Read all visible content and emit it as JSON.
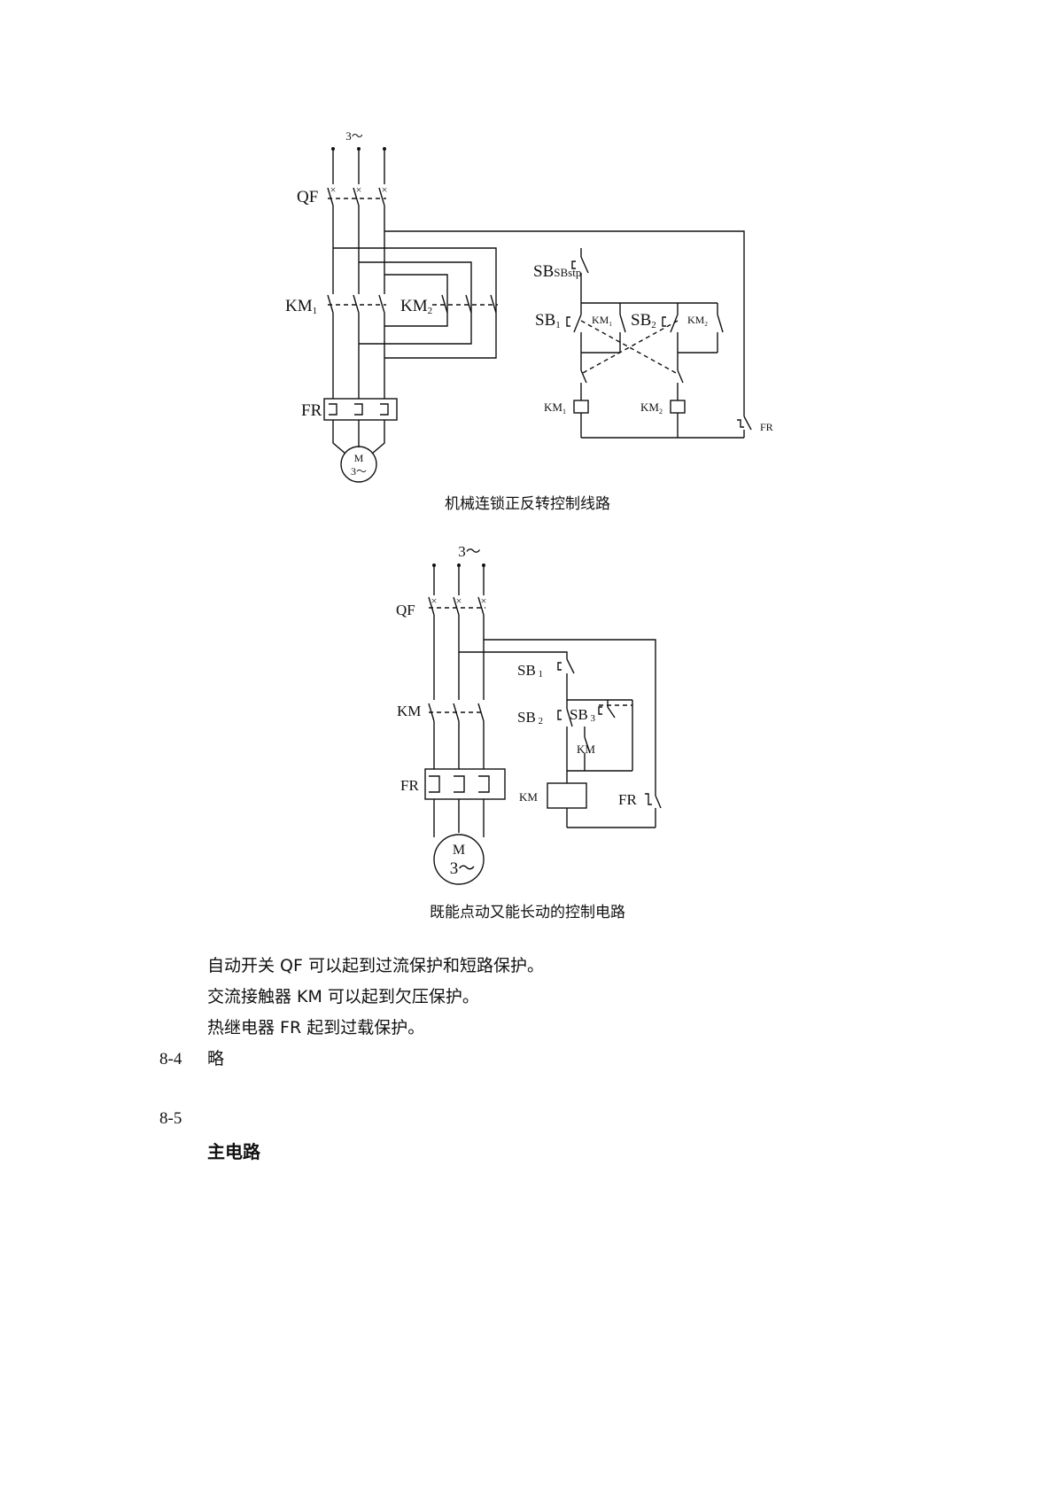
{
  "diagram1": {
    "supply_label": "3～",
    "qf_label": "QF",
    "km1_label": "KM1",
    "km2_label": "KM2",
    "fr_label": "FR",
    "motor_label": "M",
    "motor_phase": "3～",
    "sbstp_label": "SBstp",
    "sb1_label": "SB1",
    "sb2_label": "SB2",
    "km1_contact_label": "KM1",
    "km2_contact_label": "KM2",
    "km1_coil_label": "KM1",
    "km2_coil_label": "KM2",
    "fr_contact_label": "FR",
    "caption": "机械连锁正反转控制线路"
  },
  "diagram2": {
    "supply_label": "3～",
    "qf_label": "QF",
    "km_label": "KM",
    "fr_label": "FR",
    "motor_label": "M",
    "motor_phase": "3～",
    "sb1_label": "SB1",
    "sb2_label": "SB2",
    "sb3_label": "SB3",
    "km_contact_label": "KM",
    "km_coil_label": "KM",
    "fr_contact_label": "FR",
    "caption": "既能点动又能长动的控制电路"
  },
  "text": {
    "line1": "自动开关 QF 可以起到过流保护和短路保护。",
    "line2": "交流接触器 KM 可以起到欠压保护。",
    "line3": "热继电器 FR 起到过载保护。",
    "item_84_num": "8-4",
    "item_84_text": "略",
    "item_85_num": "8-5",
    "heading": "主电路"
  }
}
